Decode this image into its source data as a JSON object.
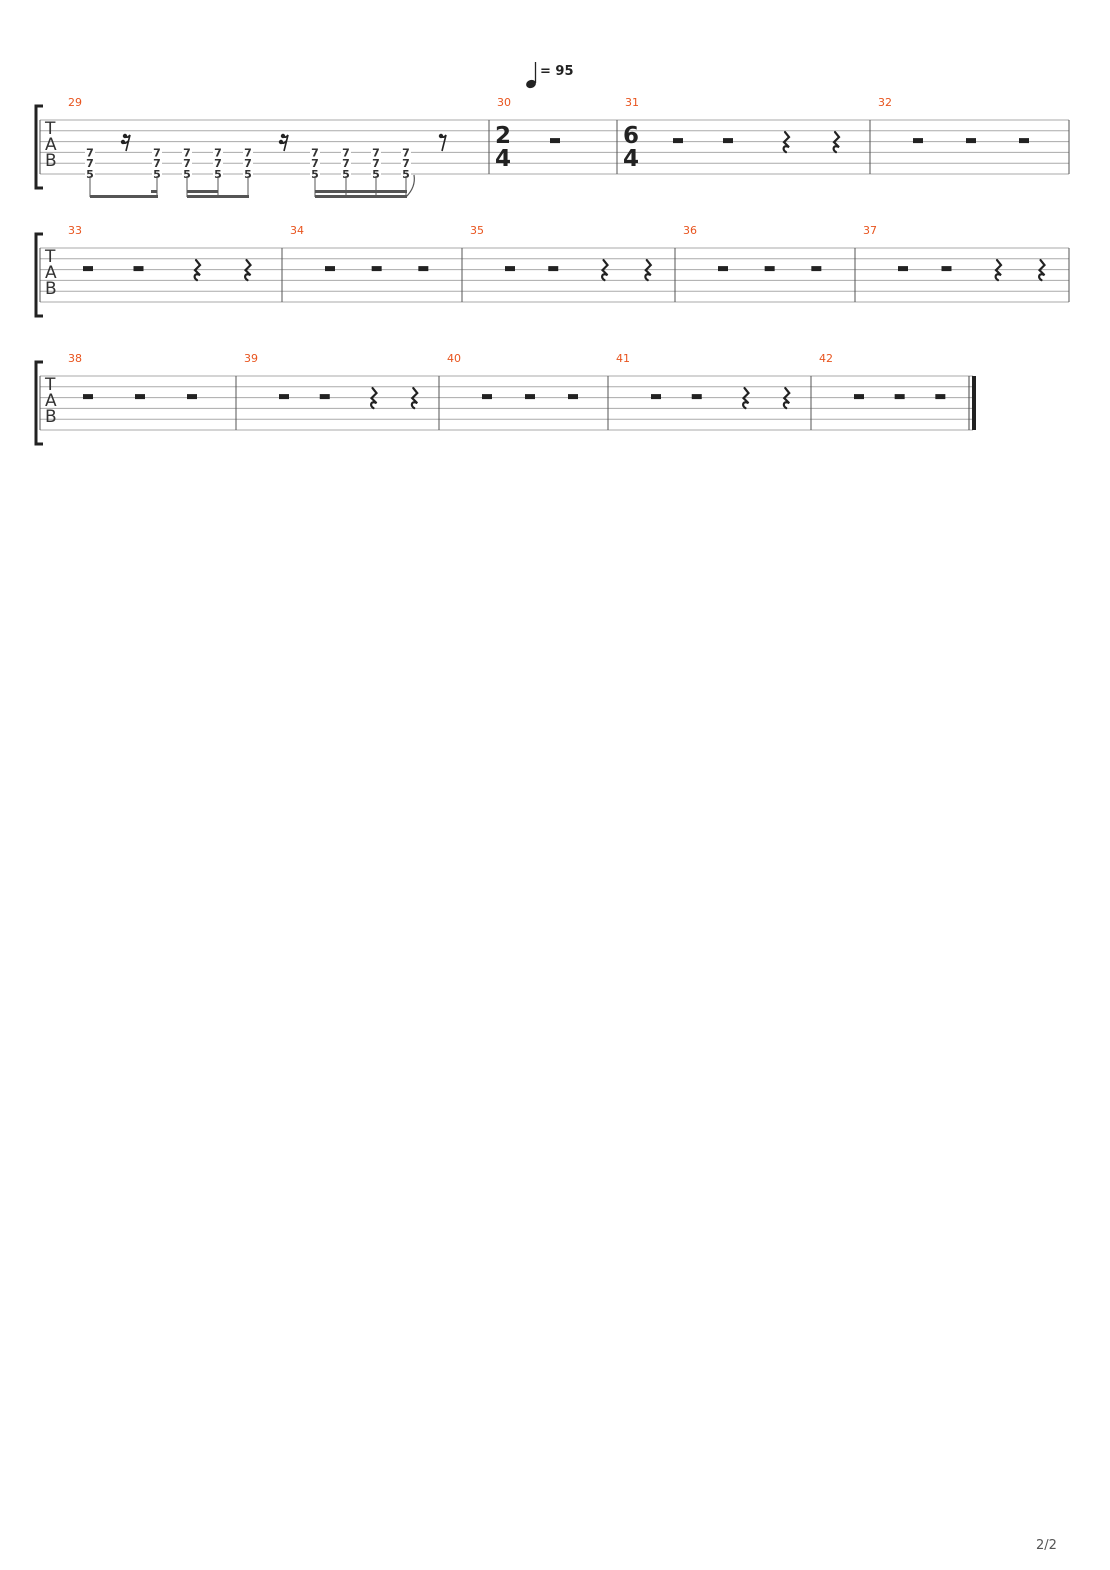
{
  "tempo": {
    "symbol": "♩",
    "text": "= 95"
  },
  "clef_letters": [
    "T",
    "A",
    "B"
  ],
  "colors": {
    "measure_number": "#e8541e",
    "staff_line": "#aaaaaa",
    "ink": "#333333",
    "page_bg": "#ffffff"
  },
  "systems": [
    {
      "measures": [
        {
          "number": "29",
          "events": [
            {
              "kind": "chord",
              "frets": [
                "7",
                "7",
                "5"
              ]
            },
            {
              "kind": "rest",
              "value": "16th"
            },
            {
              "kind": "chord",
              "frets": [
                "7",
                "7",
                "5"
              ]
            },
            {
              "kind": "chord",
              "frets": [
                "7",
                "7",
                "5"
              ]
            },
            {
              "kind": "chord",
              "frets": [
                "7",
                "7",
                "5"
              ]
            },
            {
              "kind": "chord",
              "frets": [
                "7",
                "7",
                "5"
              ]
            },
            {
              "kind": "rest",
              "value": "16th"
            },
            {
              "kind": "chord",
              "frets": [
                "7",
                "7",
                "5"
              ]
            },
            {
              "kind": "chord",
              "frets": [
                "7",
                "7",
                "5"
              ]
            },
            {
              "kind": "chord",
              "frets": [
                "7",
                "7",
                "5"
              ]
            },
            {
              "kind": "chord",
              "frets": [
                "7",
                "7",
                "5"
              ]
            },
            {
              "kind": "rest",
              "value": "8th"
            }
          ]
        },
        {
          "number": "30",
          "time_signature": [
            "2",
            "4"
          ],
          "events": [
            {
              "kind": "rest",
              "value": "half"
            }
          ]
        },
        {
          "number": "31",
          "time_signature": [
            "6",
            "4"
          ],
          "events": [
            {
              "kind": "rest",
              "value": "half"
            },
            {
              "kind": "rest",
              "value": "half"
            },
            {
              "kind": "rest",
              "value": "quarter"
            },
            {
              "kind": "rest",
              "value": "quarter"
            }
          ]
        },
        {
          "number": "32",
          "events": [
            {
              "kind": "rest",
              "value": "half"
            },
            {
              "kind": "rest",
              "value": "half"
            },
            {
              "kind": "rest",
              "value": "half"
            }
          ]
        }
      ]
    },
    {
      "measures": [
        {
          "number": "33",
          "events": [
            {
              "kind": "rest",
              "value": "half"
            },
            {
              "kind": "rest",
              "value": "half"
            },
            {
              "kind": "rest",
              "value": "quarter"
            },
            {
              "kind": "rest",
              "value": "quarter"
            }
          ]
        },
        {
          "number": "34",
          "events": [
            {
              "kind": "rest",
              "value": "half"
            },
            {
              "kind": "rest",
              "value": "half"
            },
            {
              "kind": "rest",
              "value": "half"
            }
          ]
        },
        {
          "number": "35",
          "events": [
            {
              "kind": "rest",
              "value": "half"
            },
            {
              "kind": "rest",
              "value": "half"
            },
            {
              "kind": "rest",
              "value": "quarter"
            },
            {
              "kind": "rest",
              "value": "quarter"
            }
          ]
        },
        {
          "number": "36",
          "events": [
            {
              "kind": "rest",
              "value": "half"
            },
            {
              "kind": "rest",
              "value": "half"
            },
            {
              "kind": "rest",
              "value": "half"
            }
          ]
        },
        {
          "number": "37",
          "events": [
            {
              "kind": "rest",
              "value": "half"
            },
            {
              "kind": "rest",
              "value": "half"
            },
            {
              "kind": "rest",
              "value": "quarter"
            },
            {
              "kind": "rest",
              "value": "quarter"
            }
          ]
        }
      ]
    },
    {
      "measures": [
        {
          "number": "38",
          "events": [
            {
              "kind": "rest",
              "value": "half"
            },
            {
              "kind": "rest",
              "value": "half"
            },
            {
              "kind": "rest",
              "value": "half"
            }
          ]
        },
        {
          "number": "39",
          "events": [
            {
              "kind": "rest",
              "value": "half"
            },
            {
              "kind": "rest",
              "value": "half"
            },
            {
              "kind": "rest",
              "value": "quarter"
            },
            {
              "kind": "rest",
              "value": "quarter"
            }
          ]
        },
        {
          "number": "40",
          "events": [
            {
              "kind": "rest",
              "value": "half"
            },
            {
              "kind": "rest",
              "value": "half"
            },
            {
              "kind": "rest",
              "value": "half"
            }
          ]
        },
        {
          "number": "41",
          "events": [
            {
              "kind": "rest",
              "value": "half"
            },
            {
              "kind": "rest",
              "value": "half"
            },
            {
              "kind": "rest",
              "value": "quarter"
            },
            {
              "kind": "rest",
              "value": "quarter"
            }
          ]
        },
        {
          "number": "42",
          "final_barline": true,
          "events": [
            {
              "kind": "rest",
              "value": "half"
            },
            {
              "kind": "rest",
              "value": "half"
            },
            {
              "kind": "rest",
              "value": "half"
            }
          ]
        }
      ]
    }
  ],
  "page_number": "2/2"
}
